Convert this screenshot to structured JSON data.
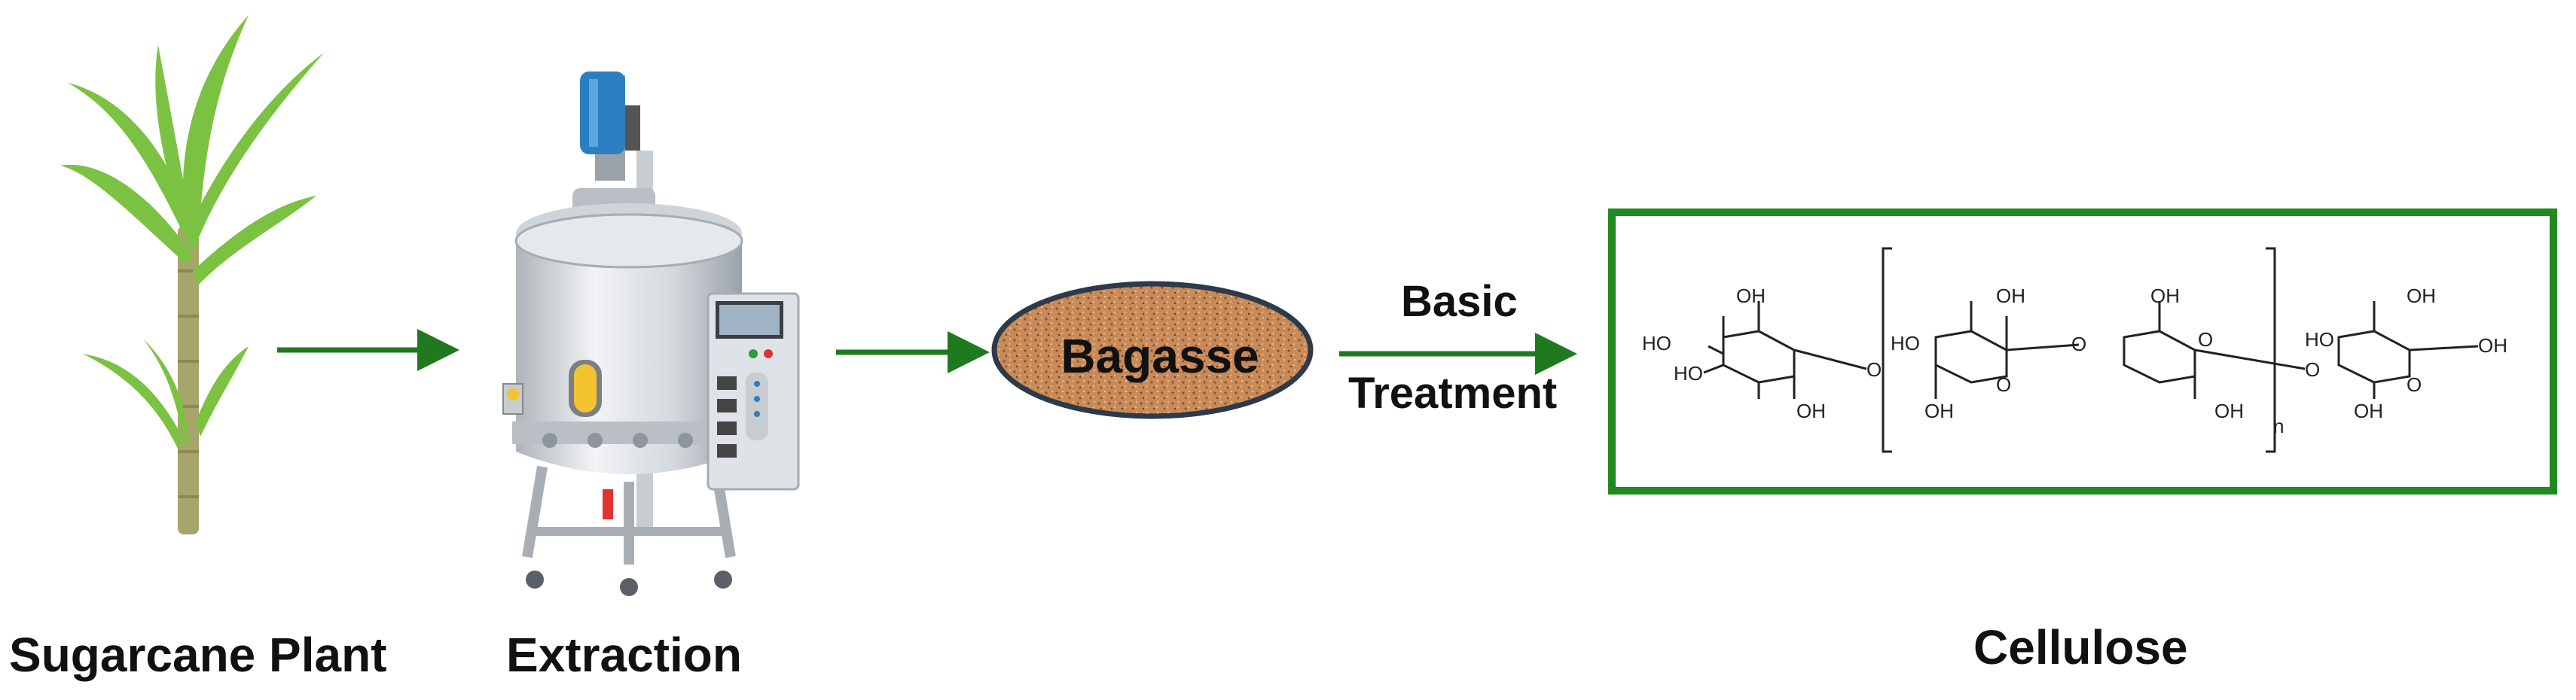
{
  "labels": {
    "sugarcane_plant": "Sugarcane Plant",
    "extraction": "Extraction",
    "bagasse": "Bagasse",
    "basic": "Basic",
    "treatment": "Treatment",
    "cellulose": "Cellulose"
  },
  "structure": {
    "oh": "OH",
    "ho": "HO",
    "o": "O",
    "n": "n"
  },
  "colors": {
    "arrow": "#1f7a1f",
    "box_border": "#1f8a1f",
    "bagasse_fill": "#c98a5a",
    "bagasse_outline": "#2c3a4a",
    "leaf": "#7cc242",
    "stalk": "#a7a56b",
    "tank": "#d9dde1",
    "motor": "#2a7fc0"
  },
  "icons": [
    "sugarcane-plant-icon",
    "bioreactor-icon",
    "bagasse-pile-icon",
    "cellulose-structure"
  ]
}
